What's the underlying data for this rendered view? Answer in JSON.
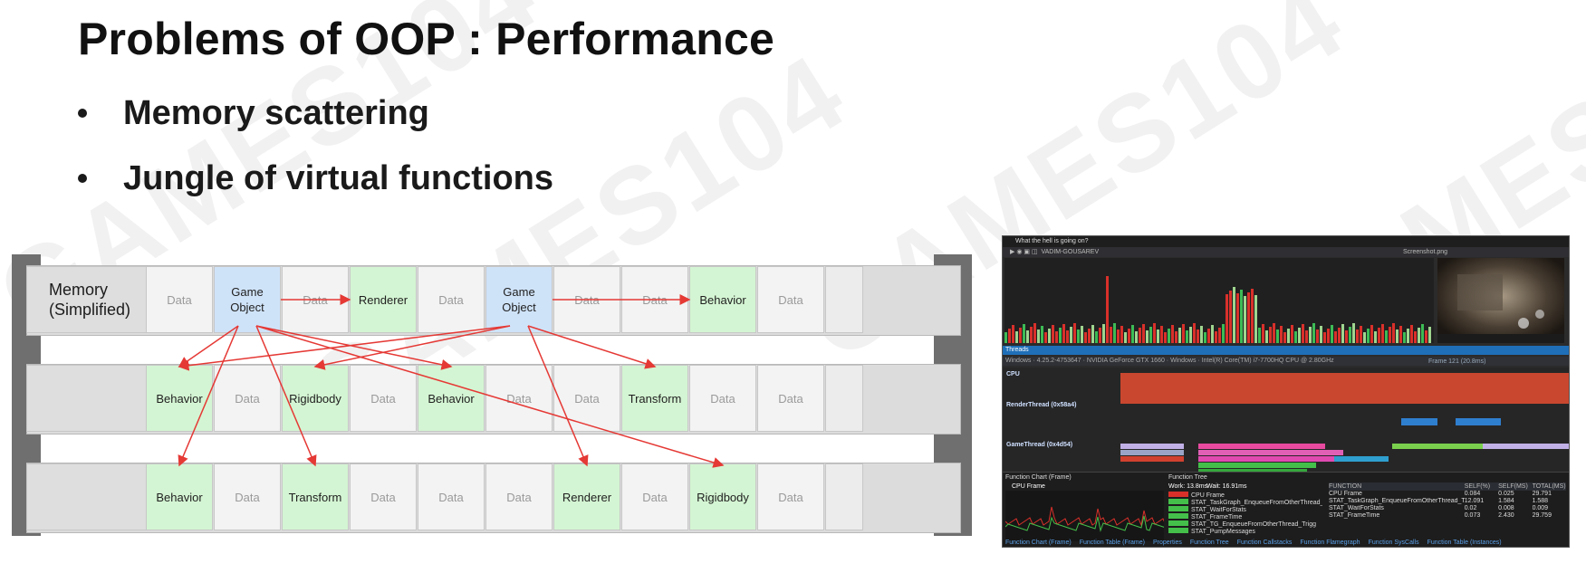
{
  "slide": {
    "title": "Problems of OOP : Performance",
    "bullets": [
      "Memory scattering",
      "Jungle of virtual functions"
    ],
    "watermark": "GAMES104"
  },
  "diagram": {
    "memory_label_line1": "Memory",
    "memory_label_line2": "(Simplified)",
    "rows": [
      [
        "Data",
        "Game Object",
        "Data",
        "Renderer",
        "Data",
        "Game Object",
        "Data",
        "Data",
        "Behavior",
        "Data"
      ],
      [
        "Behavior",
        "Data",
        "Rigidbody",
        "Data",
        "Behavior",
        "Data",
        "Data",
        "Transform",
        "Data",
        "Data"
      ],
      [
        "Behavior",
        "Data",
        "Transform",
        "Data",
        "Data",
        "Data",
        "Renderer",
        "Data",
        "Rigidbody",
        "Data"
      ]
    ],
    "colors": {
      "component": "#d4f5d3",
      "game_object": "#cfe3f8",
      "data": "#f3f3f3",
      "arrow": "#e53935"
    }
  },
  "profiler": {
    "window_title": "What the hell is going on?",
    "user": "VADIM-GOUSAREV",
    "screenshot_file": "Screenshot.png",
    "threads_label": "Threads",
    "system_info": "Windows · 4.25.2-4753647 · NVIDIA GeForce GTX 1660 · Windows · Intel(R) Core(TM) i7-7700HQ CPU @ 2.80GHz",
    "lanes": [
      "CPU",
      "RenderThread (0x58a4)",
      "GameThread (0x4d54)"
    ],
    "frame_label": "Frame 121 (20.8ms)",
    "function_chart_title": "Function Chart (Frame)",
    "function_tree_title": "Function Tree",
    "cpu_frame_label": "CPU Frame",
    "work_time": "Work: 13.8ms",
    "wait_time": "Wait: 16.91ms",
    "tree_rows": [
      "CPU Frame",
      "STAT_TaskGraph_EnqueueFromOtherThread_Trigger",
      "STAT_WaitForStats",
      "STAT_FrameTime",
      "STAT_TG_EnqueueFromOtherThread_Trigg",
      "STAT_PumpMessages"
    ],
    "table_header": [
      "FUNCTION",
      "SELF(%)",
      "SELF(MS)",
      "TOTAL(MS)"
    ],
    "table_rows": [
      [
        "CPU Frame",
        "0.084",
        "0.025",
        "29.791"
      ],
      [
        "STAT_TaskGraph_EnqueueFromOtherThread_Trigger",
        "12.091",
        "1.584",
        "1.588"
      ],
      [
        "STAT_WaitForStats",
        "0.02",
        "0.008",
        "0.009"
      ],
      [
        "STAT_FrameTime",
        "0.073",
        "2.430",
        "29.759"
      ]
    ],
    "bottom_tabs": [
      "Function Chart (Frame)",
      "Function Table (Frame)",
      "Properties",
      "Function Tree",
      "Function Callstacks",
      "Function Flamegraph",
      "Function SysCalls",
      "Function Table (Instances)"
    ]
  }
}
